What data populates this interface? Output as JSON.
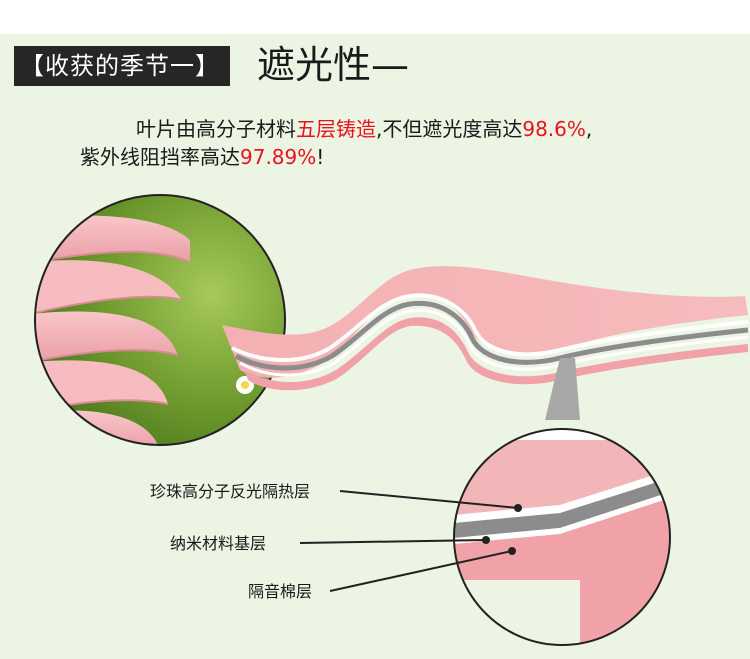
{
  "header": {
    "badge": "【收获的季节一】",
    "title": "遮光性—"
  },
  "description": {
    "line1_prefix": "叶片由高分子材料",
    "line1_highlight1": "五层铸造",
    "line1_mid": ",不但遮光度高达",
    "line1_highlight2": "98.6%",
    "line1_suffix": ",",
    "line2_prefix": "紫外线阻挡率高达",
    "line2_highlight": "97.89%",
    "line2_suffix": "!"
  },
  "layers": {
    "layer1": "珍珠高分子反光隔热层",
    "layer2": "纳米材料基层",
    "layer3": "隔音棉层"
  },
  "colors": {
    "highlight": "#e8141c",
    "badge_bg": "#262626",
    "blind_pink": "#f2a8a8",
    "core_gray": "#8c8c8c"
  }
}
